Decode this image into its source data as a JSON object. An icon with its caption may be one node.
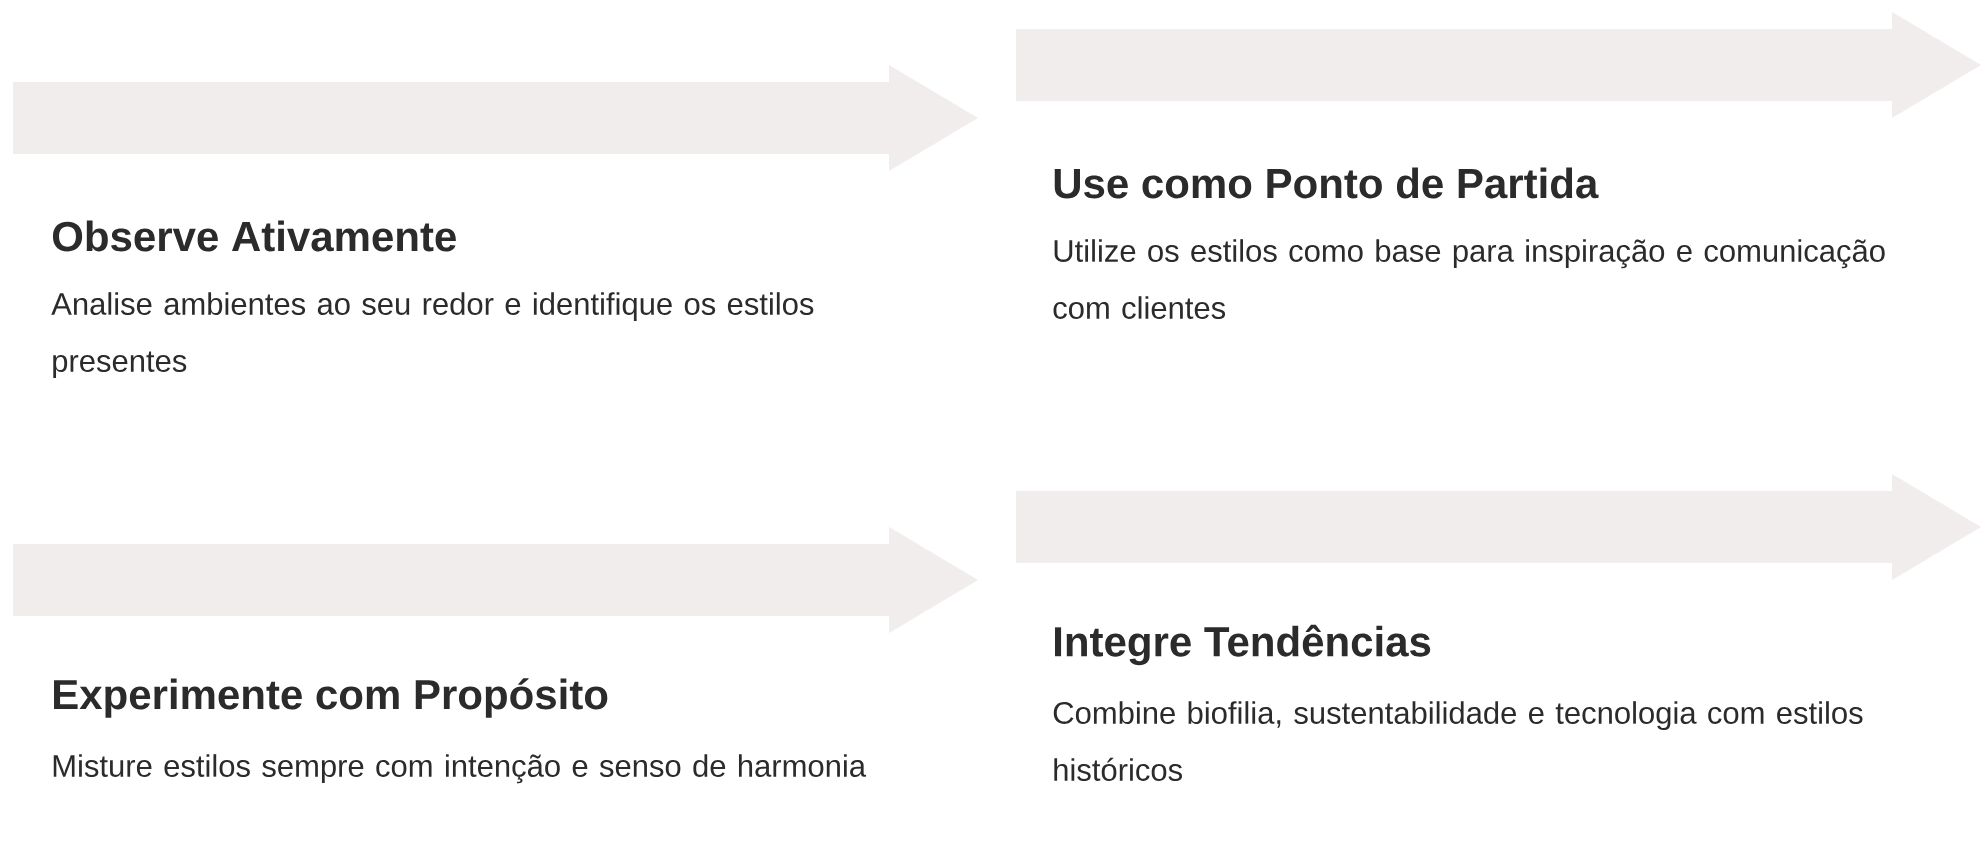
{
  "diagram": {
    "nodes": [
      {
        "text": [
          "Observe Ativamente",
          "Analise ambientes ao seu redor e identifique os estilos presentes"
        ]
      },
      {
        "text": [
          "Use como Ponto de Partida",
          "Utilize os estilos como base para inspiração e comunicação com clientes"
        ]
      },
      {
        "text": [
          "Experimente com Propósito",
          "Misture estilos sempre com intenção e senso de harmonia"
        ]
      },
      {
        "text": [
          "Integre Tendências",
          "Combine biofilia, sustentabilidade e tecnologia com estilos históricos"
        ]
      }
    ]
  }
}
